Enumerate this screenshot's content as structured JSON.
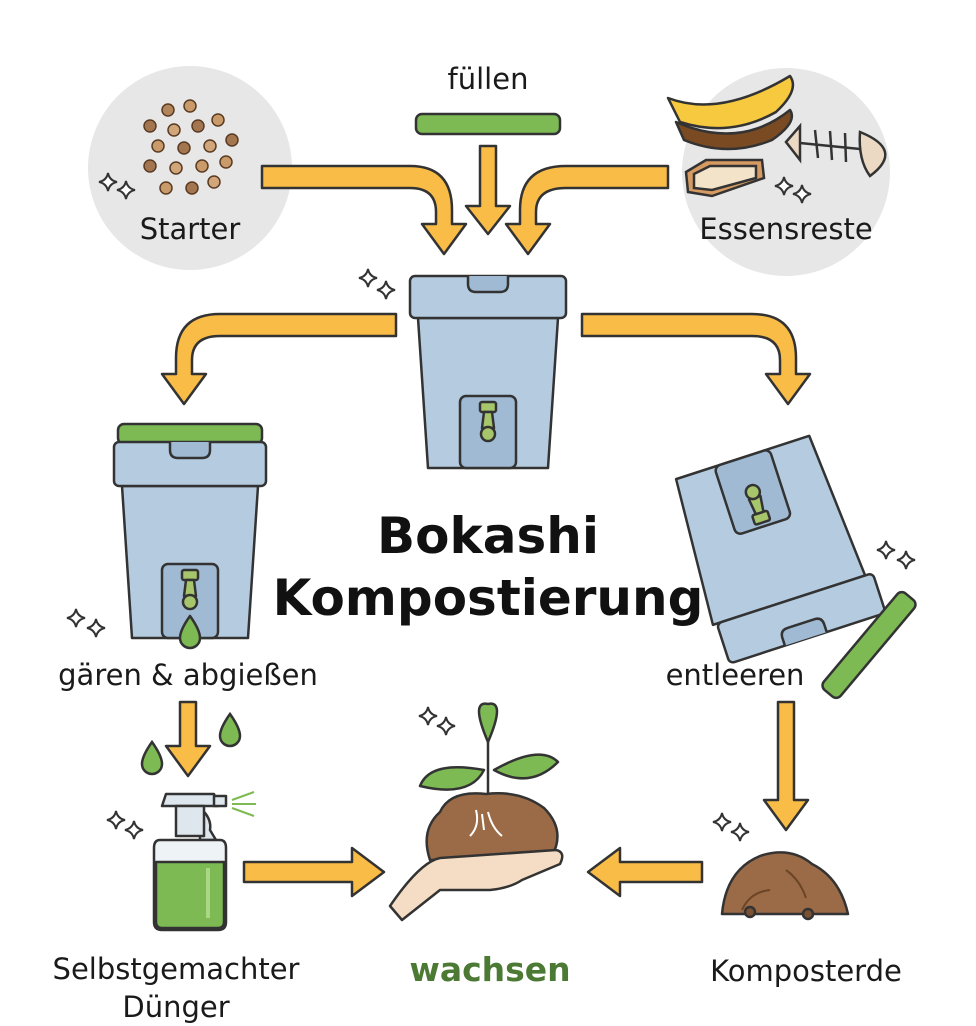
{
  "title": {
    "line1": "Bokashi",
    "line2": "Kompostierung"
  },
  "steps": {
    "starter": "Starter",
    "fill": "füllen",
    "food_scraps": "Essensreste",
    "ferment": "gären & abgießen",
    "empty": "entleeren",
    "fertilizer_line1": "Selbstgemachter",
    "fertilizer_line2": "Dünger",
    "grow": "wachsen",
    "compost_soil": "Komposterde"
  },
  "colors": {
    "arrow": "#f9bc47",
    "bucket": "#b5cce0",
    "lid": "#7dba54",
    "circle": "#e7e7e7",
    "soil": "#9b6b47",
    "accent_text": "#4c7a35"
  }
}
